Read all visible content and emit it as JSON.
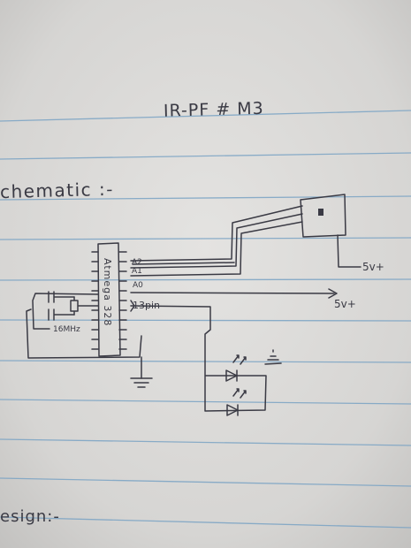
{
  "page": {
    "title": "IR-PF # M3",
    "section_schematic": "chematic :-",
    "section_design": "esign:-"
  },
  "schematic": {
    "chip_label": "Atmega 328",
    "pin_labels": [
      "A2",
      "A1",
      "A0",
      "13pin"
    ],
    "crystal_label": "16MHz",
    "power_labels": [
      "5v+",
      "5v+"
    ]
  },
  "colors": {
    "paper": "#dcdbd9",
    "rule_line": "#7aa3c4",
    "ink": "#3a3a44"
  }
}
